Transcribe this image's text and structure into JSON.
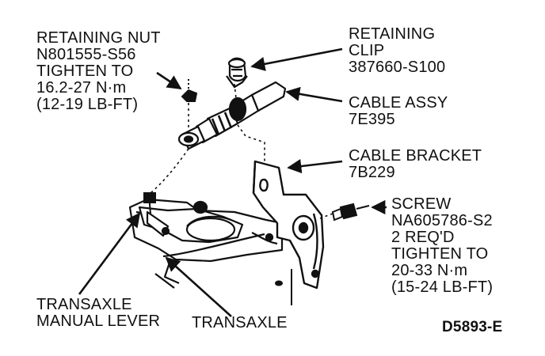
{
  "callouts": {
    "retaining_nut": {
      "line1": "RETAINING NUT",
      "line2": "N801555-S56",
      "line3": "TIGHTEN TO",
      "line4": "16.2-27 N·m",
      "line5": "(12-19 LB-FT)"
    },
    "retaining_clip": {
      "line1": "RETAINING",
      "line2": "CLIP",
      "line3": "387660-S100"
    },
    "cable_assy": {
      "line1": "CABLE ASSY",
      "line2": "7E395"
    },
    "cable_bracket": {
      "line1": "CABLE BRACKET",
      "line2": "7B229"
    },
    "screw": {
      "line1": "SCREW",
      "line2": "NA605786-S2",
      "line3": "2 REQ'D",
      "line4": "TIGHTEN TO",
      "line5": "20-33 N·m",
      "line6": "(15-24 LB-FT)"
    },
    "transaxle_manual_lever": {
      "line1": "TRANSAXLE",
      "line2": "MANUAL LEVER"
    },
    "transaxle": {
      "line1": "TRANSAXLE"
    }
  },
  "figure_id": "D5893-E",
  "colors": {
    "ink": "#111111",
    "paper": "#ffffff"
  }
}
